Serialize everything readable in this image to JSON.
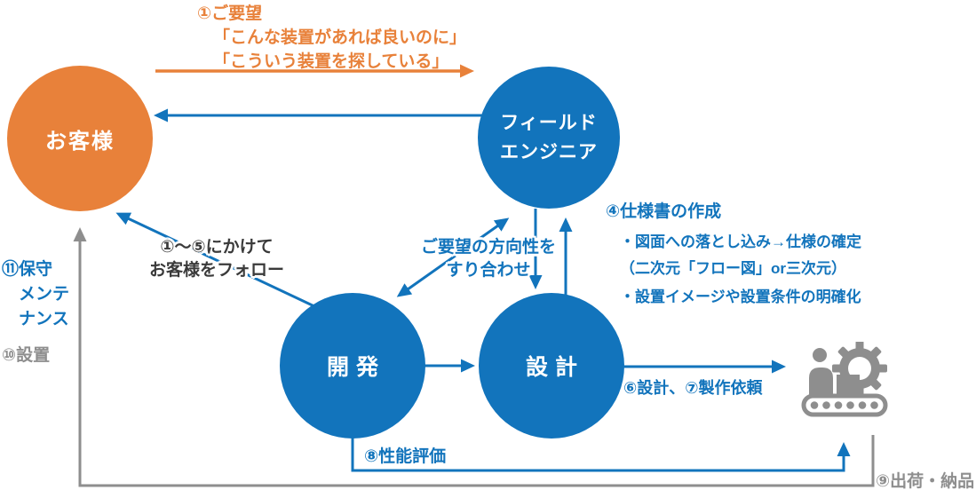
{
  "colors": {
    "orange": "#E8813A",
    "blue": "#1274BC",
    "gray": "#8E8E8E",
    "dark_text": "#3A3A3A",
    "white": "#FFFFFF"
  },
  "nodes": {
    "customer": {
      "label": "お客様"
    },
    "field_engineer": {
      "line1": "フィールド",
      "line2": "エンジニア"
    },
    "development": {
      "label": "開発"
    },
    "design": {
      "label": "設計"
    },
    "factory": {
      "icon": "factory-production-icon"
    }
  },
  "labels": {
    "request_title": "①ご要望",
    "request_quote1": "「こんな装置があれば良いのに」",
    "request_quote2": "「こういう装置を探している」",
    "follow_line1": "①〜⑤にかけて",
    "follow_line2": "お客様をフォロー",
    "align_line1": "ご要望の方向性を",
    "align_line2": "すり合わせ",
    "spec_title": "④仕様書の作成",
    "spec_item1": "・図面への落とし込み→仕様の確定",
    "spec_item1_sub": "（二次元「フロー図」or三次元）",
    "spec_item2": "・設置イメージや設置条件の明確化",
    "maintenance_line1": "⑪保守",
    "maintenance_line2": "メンテ",
    "maintenance_line3": "ナンス",
    "installation": "⑩設置",
    "design_order": "⑥設計、⑦製作依頼",
    "performance": "⑧性能評価",
    "shipping": "⑨出荷・納品"
  }
}
